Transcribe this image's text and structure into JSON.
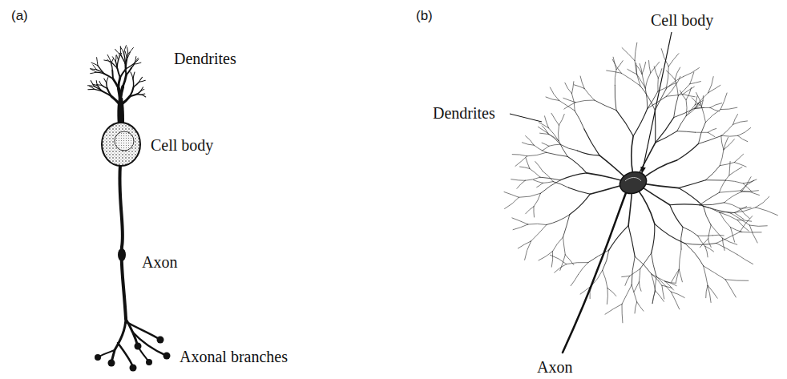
{
  "diagram": {
    "labels": [
      "(a)",
      "(b)",
      "Dendrites",
      "Cell body",
      "Axon",
      "Axonal branches",
      "Dendrites",
      "Cell body",
      "Axon"
    ]
  }
}
